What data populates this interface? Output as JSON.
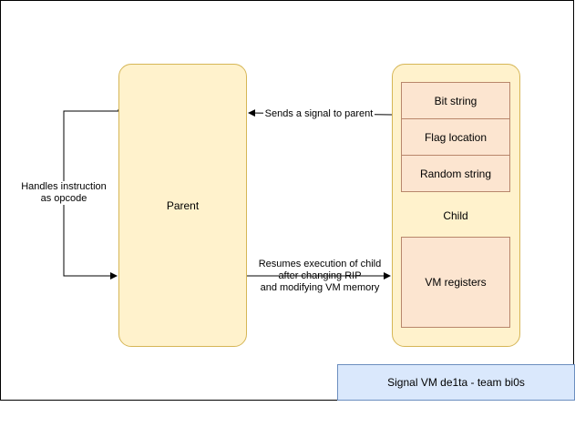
{
  "nodes": {
    "parent": "Parent",
    "child": "Child",
    "bit_string": "Bit string",
    "flag_location": "Flag location",
    "random_string": "Random string",
    "vm_registers": "VM registers"
  },
  "edges": {
    "handles_line1": "Handles instruction",
    "handles_line2": "as opcode",
    "signal": "Sends a signal to parent",
    "resume_line1": "Resumes execution of child",
    "resume_line2": "after changing RIP",
    "resume_line3": "and modifying VM memory"
  },
  "footer": "Signal VM de1ta - team bi0s",
  "colors": {
    "node_fill": "#fff2cc",
    "node_stroke": "#d6b656",
    "cell_fill": "#fce5d0",
    "footer_fill": "#dae8fc",
    "footer_stroke": "#6c8ebf"
  }
}
